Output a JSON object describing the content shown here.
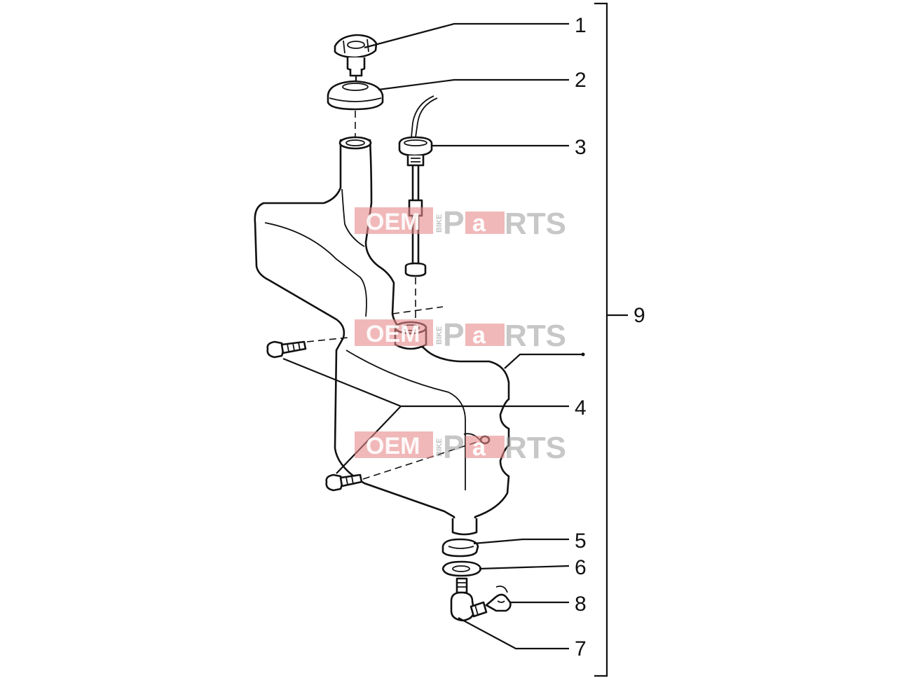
{
  "callouts": {
    "c1": "1",
    "c2": "2",
    "c3": "3",
    "c4": "4",
    "c5": "5",
    "c6": "6",
    "c7": "7",
    "c8": "8",
    "c9": "9"
  },
  "watermark": {
    "oem": "OEM",
    "bike": "BIKE",
    "p": "P",
    "a": "a",
    "rts": "RTS"
  },
  "colors": {
    "line": "#111111",
    "watermark_red": "#e8888a",
    "watermark_gray": "#9a9a9a"
  }
}
